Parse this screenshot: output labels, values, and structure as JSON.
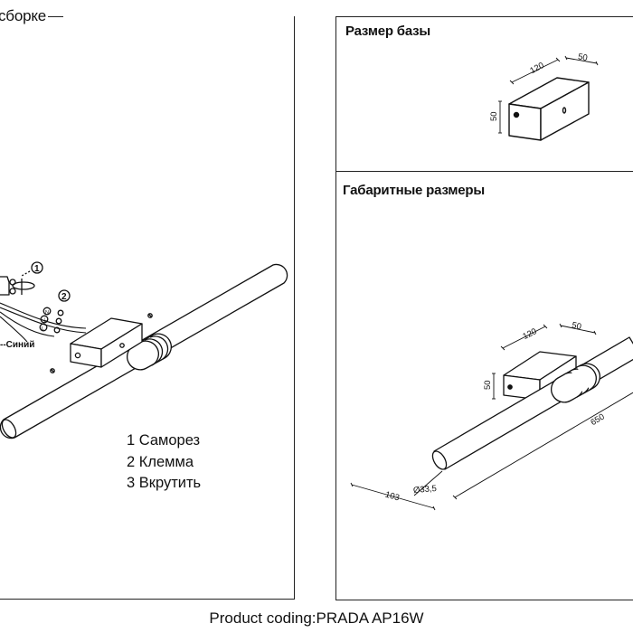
{
  "left_panel": {
    "title_fragment": "сборке",
    "wire_label": "--Синий",
    "step_markers": [
      "1",
      "2"
    ],
    "terminal_marks": [
      "N",
      "⏚",
      "L"
    ],
    "legend": [
      "1 Саморез",
      "2 Клемма",
      "3 Вкрутить"
    ]
  },
  "base_panel": {
    "title": "Размер базы",
    "dims": {
      "length": "120",
      "width": "50",
      "height": "50"
    }
  },
  "overall_panel": {
    "title": "Габаритные размеры",
    "dims": {
      "length": "120",
      "width": "50",
      "height": "50",
      "total_length": "650",
      "projection": "103",
      "diameter": "Ø33,5"
    }
  },
  "footer": {
    "text": "Product coding:PRADA AP16W"
  }
}
